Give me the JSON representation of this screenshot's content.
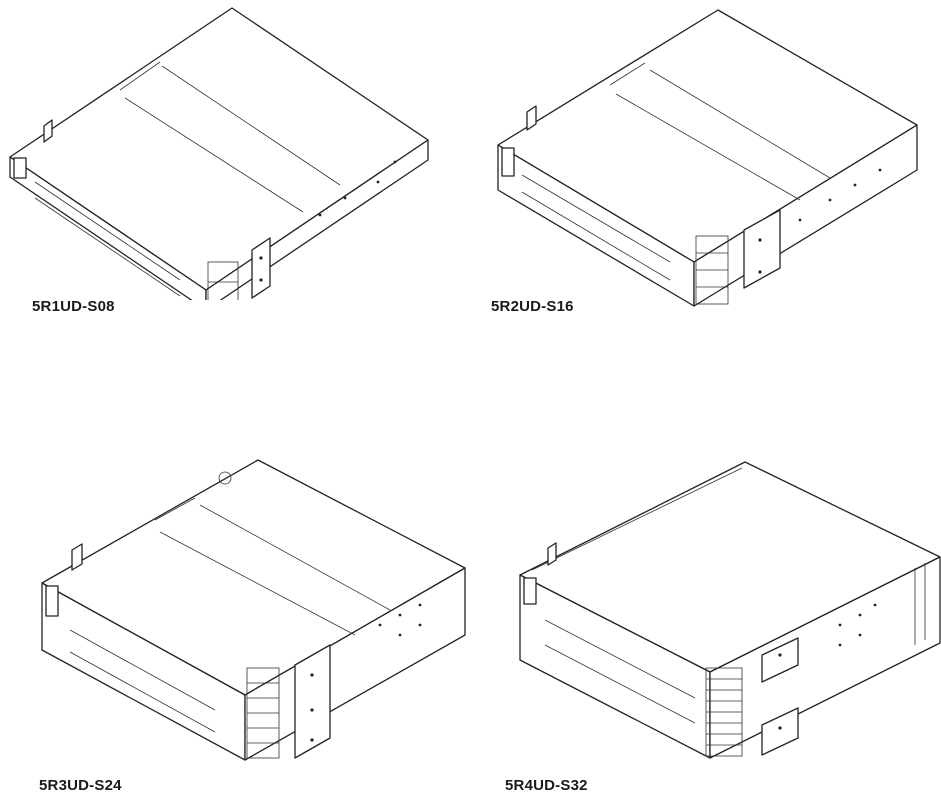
{
  "models": [
    {
      "label": "5R1UD-S08"
    },
    {
      "label": "5R2UD-S16"
    },
    {
      "label": "5R3UD-S24"
    },
    {
      "label": "5R4UD-S32"
    }
  ],
  "colors": {
    "line": "#222222",
    "background": "#ffffff"
  }
}
